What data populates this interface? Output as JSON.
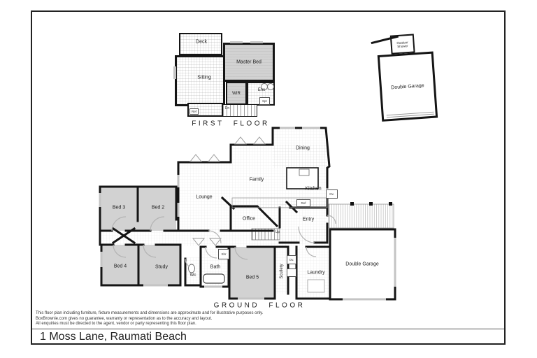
{
  "address_bar": {
    "address": "1 Moss Lane, Raumati Beach"
  },
  "disclaimer": {
    "line1": "This floor plan including furniture, fixture measurements and dimensions are approximate and for illustrative purposes only.",
    "line2": "BoxBrownie.com gives no guarantee, warranty or representation as to the accuracy and layout.",
    "line3": "All enquiries must be directed to the agent, vendor or party representing this floor plan."
  },
  "first_floor": {
    "title": "FIRST FLOOR",
    "rooms": {
      "deck": "Deck",
      "sitting": "Sitting",
      "master_bed": "Master Bed",
      "wir": "WIR",
      "ens": "Ens"
    },
    "annotations": {
      "dn": "Dn",
      "ref": "Ref",
      "spr": "Spr"
    }
  },
  "detached_garage": {
    "rooms": {
      "double_garage": "Double Garage",
      "outdoor_shower": "Outdoor Shower"
    }
  },
  "ground_floor": {
    "title": "GROUND FLOOR",
    "rooms": {
      "dining": "Dining",
      "family": "Family",
      "kitchen": "Kitchen",
      "lounge": "Lounge",
      "office": "Office",
      "entry": "Entry",
      "bed2": "Bed 2",
      "bed3": "Bed 3",
      "bed4": "Bed 4",
      "bed5": "Bed 5",
      "study": "Study",
      "wc": "Wc",
      "bath": "Bath",
      "scullery": "Scullery",
      "laundry": "Laundry",
      "double_garage": "Double Garage"
    },
    "annotations": {
      "up": "Up",
      "ref": "Ref",
      "ov_kitchen": "Ov.",
      "ov_scullery": "Ov.",
      "shr": "Shr"
    }
  },
  "colors": {
    "wall": "#151515",
    "room_gray": "#d2d2d2",
    "floor_white": "#ffffff",
    "window_gray": "#c4c4c4",
    "text": "#222222"
  }
}
